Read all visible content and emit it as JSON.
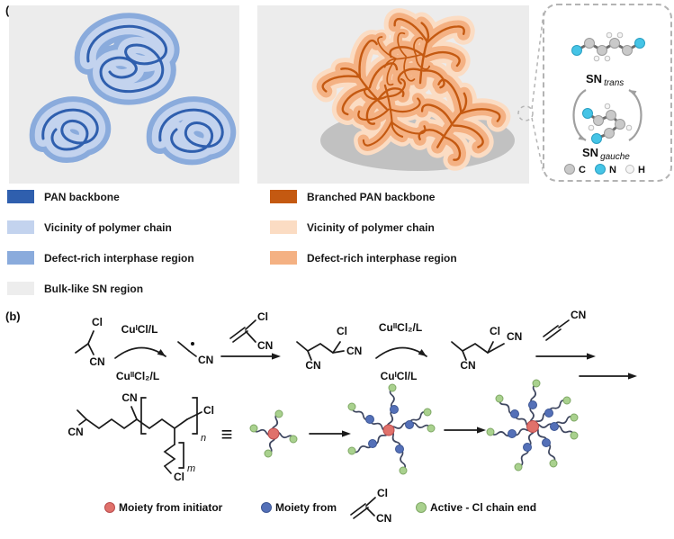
{
  "panel_a": {
    "label": "(a)",
    "legend_left": [
      {
        "label": "PAN backbone",
        "color": "#2f5fae"
      },
      {
        "label": "Vicinity of polymer chain",
        "color": "#c3d3ee"
      },
      {
        "label": "Defect-rich interphase region",
        "color": "#8aabdc"
      },
      {
        "label": "Bulk-like SN region",
        "color": "#ededed"
      }
    ],
    "legend_right": [
      {
        "label": "Branched PAN backbone",
        "color": "#c45911"
      },
      {
        "label": "Vicinity of polymer chain",
        "color": "#fbdcc3"
      },
      {
        "label": "Defect-rich interphase region",
        "color": "#f4b183"
      }
    ],
    "inset": {
      "sn": "SN",
      "trans": "trans",
      "gauche": "gauche",
      "atoms": {
        "c": "C",
        "n": "N",
        "h": "H"
      }
    }
  },
  "panel_b": {
    "label": "(b)",
    "labels": {
      "cl": "Cl",
      "cn": "CN",
      "cu_i": "CuᴵCl/L",
      "cu_ii": "CuᴵᴵCl₂/L",
      "n": "n",
      "m": "m",
      "equiv": "≡"
    },
    "legend": [
      {
        "label": "Moiety from initiator",
        "color": "#e0716b"
      },
      {
        "label": "Moiety from",
        "color": "#5470b8"
      },
      {
        "label": "Active - Cl chain end",
        "color": "#a9d18e"
      }
    ]
  },
  "colors": {
    "pan_blue": "#2f5fae",
    "vicinity_blue": "#c3d3ee",
    "defect_blue": "#8aabdc",
    "bulk_grey": "#ededed",
    "branched_orange": "#c45911",
    "vicinity_orange": "#fbdcc3",
    "defect_orange": "#f4b183",
    "nitrogen_cyan": "#45c4e6",
    "carbon_grey": "#c9c9c9",
    "hydrogen_white": "#f5f5f5",
    "initiator_red": "#e0716b",
    "monomer_blue": "#5470b8",
    "chain_end_green": "#a9d18e"
  }
}
